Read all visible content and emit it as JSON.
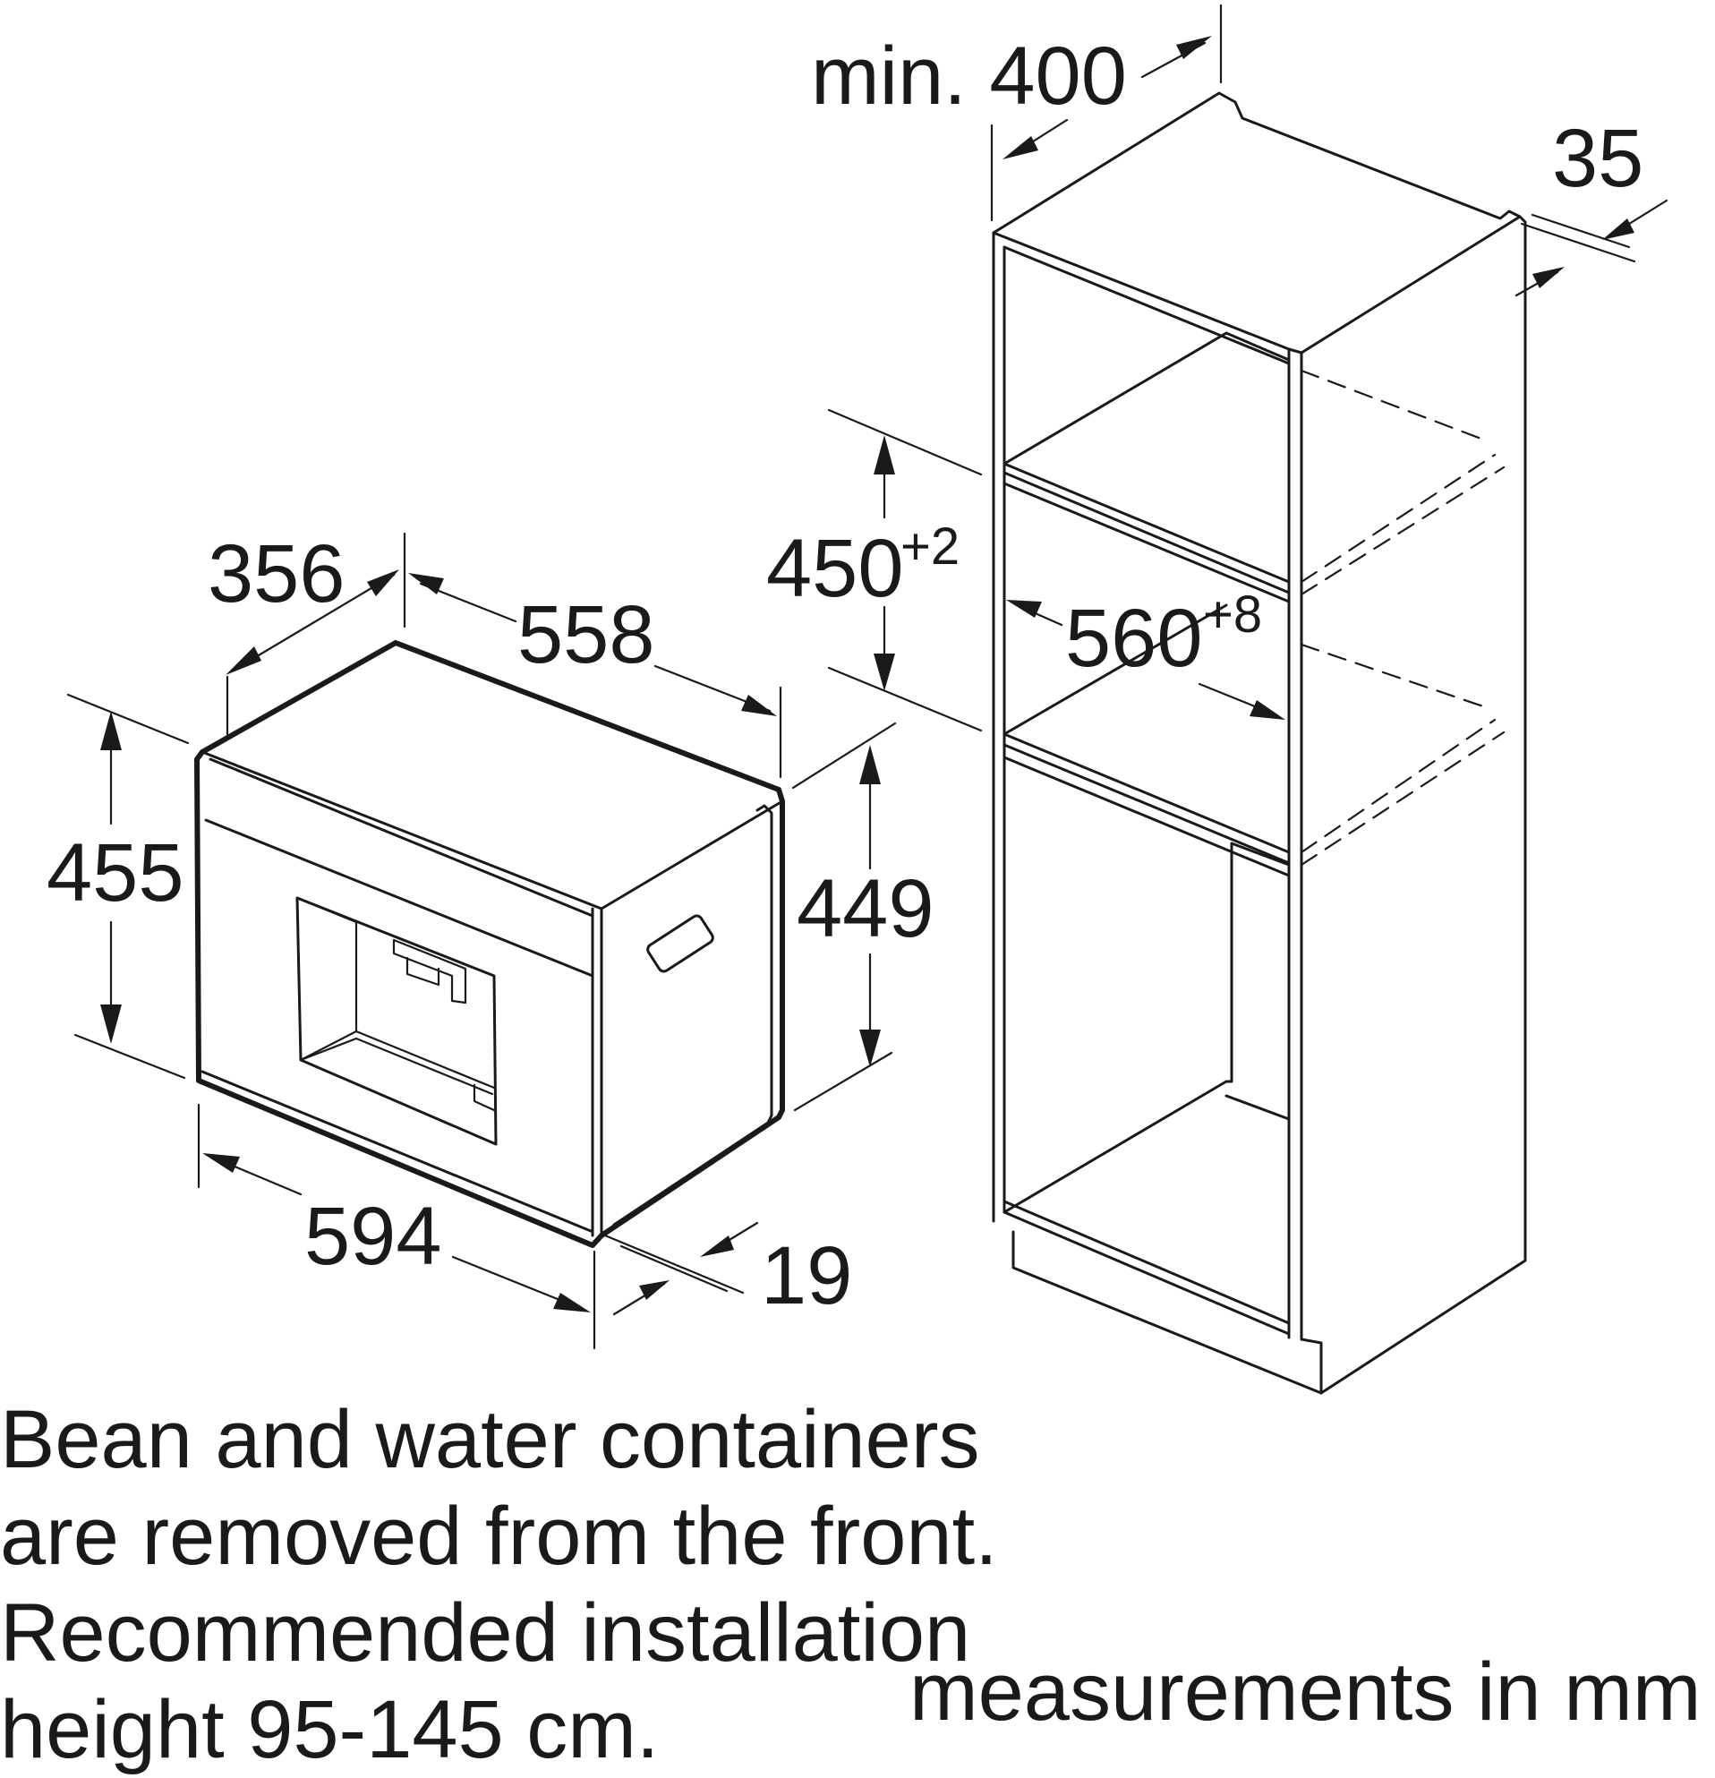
{
  "appliance": {
    "width": "594",
    "height": "455",
    "depth": "558",
    "top_depth": "356",
    "side_height": "449",
    "front_thickness": "19"
  },
  "cabinet": {
    "min_width": "min. 400",
    "niche_height": "450",
    "niche_height_tol": "+2",
    "niche_width": "560",
    "niche_width_tol": "+8",
    "panel_thickness": "35"
  },
  "notes": {
    "line1": "Bean and water containers",
    "line2": "are removed from the front.",
    "line3": "Recommended installation",
    "line4": "height 95-145 cm."
  },
  "footer": {
    "units": "measurements in mm"
  }
}
